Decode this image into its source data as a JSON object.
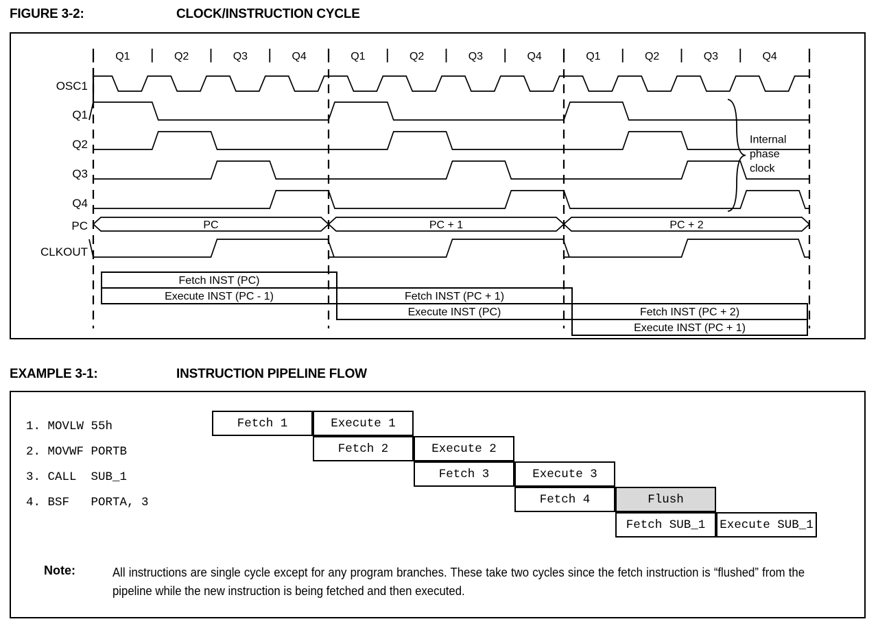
{
  "figure": {
    "id": "FIGURE 3-2:",
    "title": "CLOCK/INSTRUCTION CYCLE",
    "signal_labels": [
      "OSC1",
      "Q1",
      "Q2",
      "Q3",
      "Q4",
      "PC",
      "CLKOUT"
    ],
    "phase_labels": [
      "Q1",
      "Q2",
      "Q3",
      "Q4",
      "Q1",
      "Q2",
      "Q3",
      "Q4",
      "Q1",
      "Q2",
      "Q3",
      "Q4"
    ],
    "bus_values": [
      "PC",
      "PC + 1",
      "PC + 2"
    ],
    "brace_label_lines": [
      "Internal",
      "phase",
      "clock"
    ],
    "pipeline_boxes": [
      {
        "text": "Fetch INST (PC)",
        "cycle": 0,
        "row": 0
      },
      {
        "text": "Execute INST (PC - 1)",
        "cycle": 0,
        "row": 1
      },
      {
        "text": "Fetch INST (PC + 1)",
        "cycle": 1,
        "row": 1
      },
      {
        "text": "Execute INST (PC)",
        "cycle": 1,
        "row": 2
      },
      {
        "text": "Fetch INST (PC + 2)",
        "cycle": 2,
        "row": 2
      },
      {
        "text": "Execute INST (PC + 1)",
        "cycle": 2,
        "row": 3
      }
    ]
  },
  "example": {
    "id": "EXAMPLE 3-1:",
    "title": "INSTRUCTION PIPELINE FLOW",
    "instructions": [
      "1. MOVLW 55h",
      "2. MOVWF PORTB",
      "3. CALL  SUB_1",
      "4. BSF   PORTA, 3"
    ],
    "pipeline_cells": [
      {
        "text": "Fetch 1",
        "row": 0,
        "col": 0,
        "flush": false
      },
      {
        "text": "Execute 1",
        "row": 0,
        "col": 1,
        "flush": false
      },
      {
        "text": "Fetch 2",
        "row": 1,
        "col": 1,
        "flush": false
      },
      {
        "text": "Execute 2",
        "row": 1,
        "col": 2,
        "flush": false
      },
      {
        "text": "Fetch 3",
        "row": 2,
        "col": 2,
        "flush": false
      },
      {
        "text": "Execute 3",
        "row": 2,
        "col": 3,
        "flush": false
      },
      {
        "text": "Fetch 4",
        "row": 3,
        "col": 3,
        "flush": false
      },
      {
        "text": "Flush",
        "row": 3,
        "col": 4,
        "flush": true
      },
      {
        "text": "Fetch SUB_1",
        "row": 4,
        "col": 4,
        "flush": false
      },
      {
        "text": "Execute SUB_1",
        "row": 4,
        "col": 5,
        "flush": false
      }
    ],
    "note_label": "Note:",
    "note_text": "All instructions are single cycle except for any program branches. These take two cycles since the fetch instruction is “flushed” from the pipeline while the new instruction is being fetched and then executed."
  },
  "colors": {
    "line": "#000000",
    "flush_fill": "#d9d9d9",
    "page_bg": "#ffffff"
  }
}
